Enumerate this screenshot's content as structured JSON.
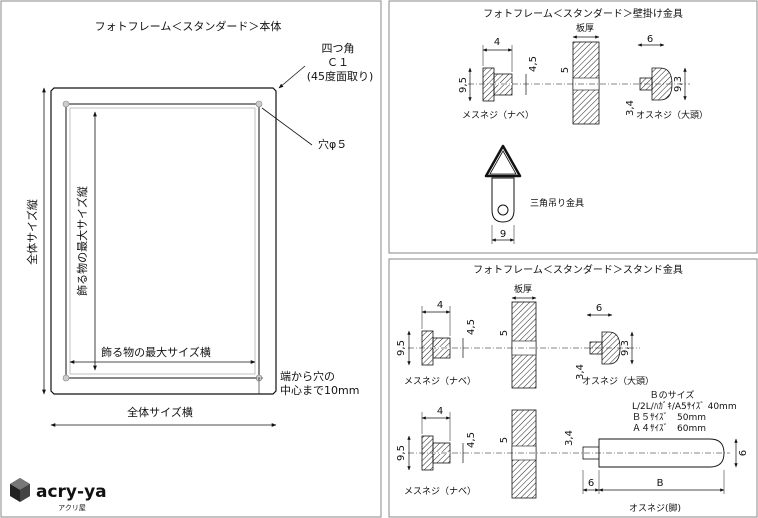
{
  "frame": {
    "title": "フォトフレーム＜スタンダード＞本体",
    "corner_line1": "四つ角",
    "corner_line2": "Ｃ１",
    "corner_line3": "(45度面取り)",
    "hole_label": "穴φ５",
    "full_width_label": "全体サイズ横",
    "full_height_label": "全体サイズ縦",
    "deco_height_label": "飾る物の最大サイズ縦",
    "deco_width_label": "飾る物の最大サイズ横",
    "edge_line1": "端から穴の",
    "edge_line2": "中心まで10mm"
  },
  "wall": {
    "title": "フォトフレーム＜スタンダード＞壁掛け金具",
    "dim_4": "4",
    "dim_45": "4,5",
    "dim_95": "9,5",
    "board_label": "板厚",
    "dim_5": "5",
    "dim_6": "6",
    "dim_93": "9,3",
    "dim_34": "3,4",
    "female_label": "メスネジ（ナベ）",
    "male_label": "オスネジ（大頭）",
    "hanger_label": "三角吊り金具",
    "dim_9": "9"
  },
  "stand": {
    "title": "フォトフレーム＜スタンダード＞スタンド金具",
    "dim_4": "4",
    "dim_45": "4,5",
    "dim_95": "9,5",
    "board_label": "板厚",
    "dim_5": "5",
    "dim_6": "6",
    "dim_93": "9,3",
    "dim_34": "3,4",
    "female_label": "メスネジ（ナベ）",
    "male_label": "オスネジ（大頭）",
    "b_title": "Ｂのサイズ",
    "b_row1": "L/2L/ﾊｶﾞｷ/A5ｻｲｽﾞ 40mm",
    "b_row2": "Ｂ５ｻｲｽﾞ　50mm",
    "b_row3": "Ａ４ｻｲｽﾞ　60mm",
    "dim_4b": "4",
    "dim_45b": "4,5",
    "dim_95b": "9,5",
    "dim_5b": "5",
    "dim_34b": "3,4",
    "dim_6v": "6",
    "dim_6h": "6",
    "dim_B": "B",
    "female_label_b": "メスネジ（ナベ）",
    "leg_label": "オスネジ(脚)"
  },
  "logo": {
    "name": "acry-ya",
    "sub": "アクリ屋"
  }
}
